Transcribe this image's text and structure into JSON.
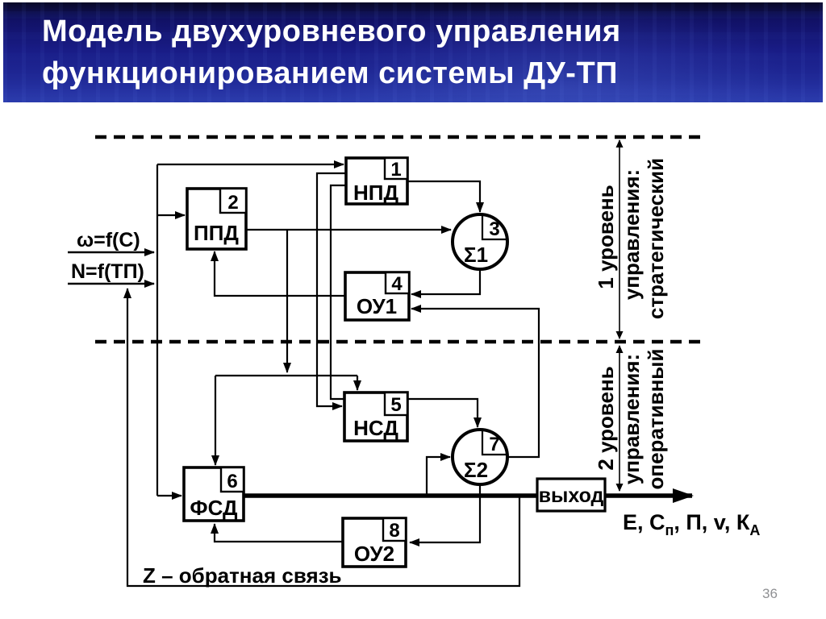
{
  "slide": {
    "title_line1": "Модель двухуровневого управления",
    "title_line2": "функционированием системы ДУ-ТП",
    "page_number": "36"
  },
  "diagram": {
    "inputs": {
      "omega": "ω=f(C)",
      "n": "N=f(ТП)"
    },
    "blocks": [
      {
        "num": "1",
        "label": "НПД"
      },
      {
        "num": "2",
        "label": "ППД"
      },
      {
        "num": "3",
        "label": "Σ1"
      },
      {
        "num": "4",
        "label": "ОУ1"
      },
      {
        "num": "5",
        "label": "НСД"
      },
      {
        "num": "6",
        "label": "ФСД"
      },
      {
        "num": "7",
        "label": "Σ2"
      },
      {
        "num": "8",
        "label": "ОУ2"
      }
    ],
    "output_block_label": "выход",
    "levels": {
      "level1": {
        "l1": "1 уровень",
        "l2": "управления:",
        "l3": "стратегический"
      },
      "level2": {
        "l1": "2 уровень",
        "l2": "управления:",
        "l3": "оперативный"
      }
    },
    "feedback_label": "Z – обратная связь",
    "output_params": {
      "p1": "Е, С",
      "s1": "п",
      "p2": ", П, v, К",
      "s2": "А"
    }
  }
}
